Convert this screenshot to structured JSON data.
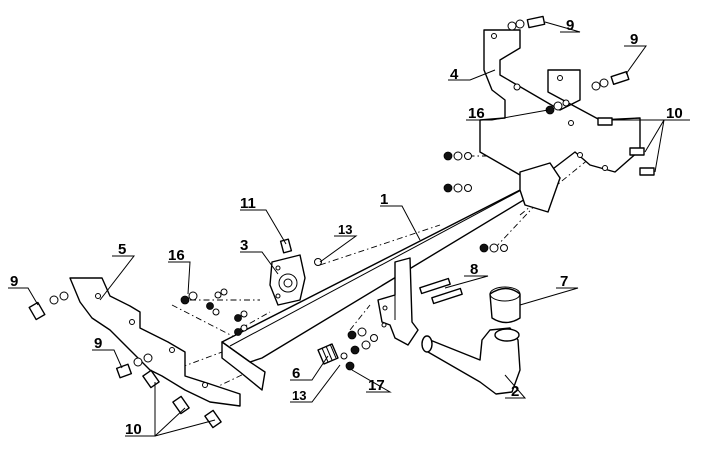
{
  "labels": {
    "l1": "1",
    "l2": "2",
    "l3": "3",
    "l4": "4",
    "l5": "5",
    "l6": "6",
    "l7": "7",
    "l8": "8",
    "l9a": "9",
    "l9b": "9",
    "l9c": "9",
    "l9d": "9",
    "l10a": "10",
    "l10b": "10",
    "l11": "11",
    "l13a": "13",
    "l13b": "13",
    "l16a": "16",
    "l16b": "16",
    "l17": "17"
  }
}
